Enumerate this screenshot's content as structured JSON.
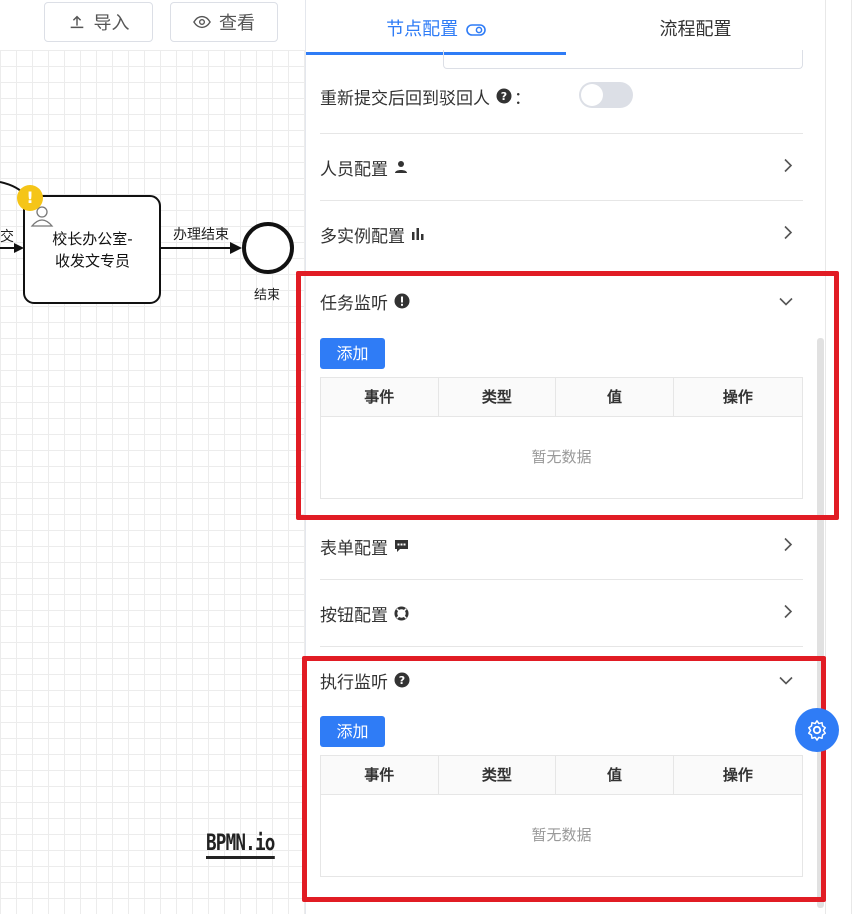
{
  "toolbar": {
    "import_label": "导入",
    "view_label": "查看"
  },
  "diagram": {
    "task_label_line1": "校长办公室-",
    "task_label_line2": "收发文专员",
    "flow_label": "办理结束",
    "end_label": "结束",
    "partial_label": "交",
    "warning_mark": "!",
    "watermark": "BPMN.io"
  },
  "tabs": [
    {
      "label": "节点配置"
    },
    {
      "label": "流程配置"
    }
  ],
  "panel": {
    "resubmit_label": "重新提交后回到驳回人",
    "resubmit_colon": "：",
    "sections": {
      "personnel": "人员配置",
      "multi_instance": "多实例配置",
      "task_listener": "任务监听",
      "form": "表单配置",
      "buttons": "按钮配置",
      "exec_listener": "执行监听"
    },
    "add_label": "添加",
    "table_headers": [
      "事件",
      "类型",
      "值",
      "操作"
    ],
    "empty_text": "暂无数据"
  },
  "colors": {
    "accent": "#2f7cf6",
    "highlight": "#e11c24",
    "warning": "#f5c518"
  }
}
